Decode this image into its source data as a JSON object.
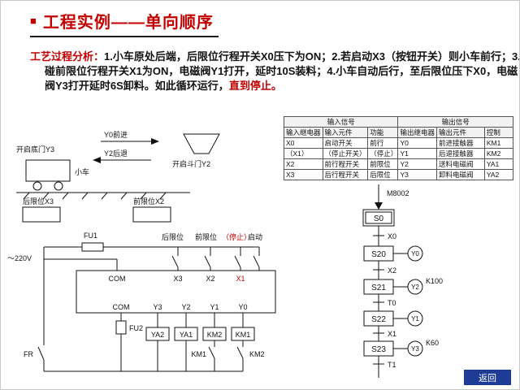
{
  "colors": {
    "accent": "#c00000",
    "button": "#1e3c96"
  },
  "title": {
    "bullet": "■",
    "text": "工程实例——单向顺序"
  },
  "analysis": {
    "label": "工艺过程分析：",
    "body": "1.小车原处后端，后限位行程开关X0压下为ON；2.若启动X3（按钮开关）则小车前行；3.碰前限位行程开关X1为ON，电磁阀Y1打开，延时10S装料；4.小车自动后行，至后限位压下X0，电磁阀Y3打开延时6S卸料。如此循环运行，",
    "highlight": "直到停止。"
  },
  "io_table": {
    "groups": [
      "输入信号",
      "输出信号"
    ],
    "headers": [
      "输入继电器",
      "输入元件",
      "功能",
      "输出继电器",
      "输出元件",
      "控制"
    ],
    "rows": [
      [
        "X0",
        "启动开关",
        "前行",
        "Y0",
        "前进接触器",
        "KM1"
      ],
      [
        "（X1）",
        "（停止开关）",
        "（停止）",
        "Y1",
        "后退接触器",
        "KM2"
      ],
      [
        "X2",
        "前行程开关",
        "前限位",
        "Y2",
        "送料电磁阀",
        "YA1"
      ],
      [
        "X3",
        "后行程开关",
        "后限位",
        "Y3",
        "卸料电磁阀",
        "YA2"
      ]
    ]
  },
  "cart": {
    "bottom_door": "开启底门Y3",
    "forward": "Y0前进",
    "backward": "Y2后退",
    "hopper_door": "开启斗门Y2",
    "cart_label": "小车",
    "rear_limit": "后限位X3",
    "front_limit": "前限位X2"
  },
  "circuit": {
    "power": "～220V",
    "fu1": "FU1",
    "fu2": "FU2",
    "rear_limit": "后限位",
    "front_limit": "前限位",
    "stop": "（停止）",
    "start": "启动",
    "in_com": "COM",
    "in_x3": "X3",
    "in_x2": "X2",
    "in_x1": "X1",
    "out_com": "COM",
    "out_y3": "Y3",
    "out_y2": "Y2",
    "out_y1": "Y1",
    "out_y0": "Y0",
    "coil_ya2": "YA2",
    "coil_ya1": "YA1",
    "coil_km2": "KM2",
    "coil_km1": "KM1",
    "contact_km1": "KM1",
    "contact_km2": "KM2",
    "fr": "FR"
  },
  "sfc": {
    "m8002": "M8002",
    "s0": "S0",
    "s20": "S20",
    "s21": "S21",
    "s22": "S22",
    "s23": "S23",
    "x0": "X0",
    "x2": "X2",
    "t0": "T0",
    "x1": "X1",
    "t1": "T1",
    "y0": "Y0",
    "y2": "Y2",
    "y1": "Y1",
    "y3": "Y3",
    "k100": "K100",
    "k60": "K60"
  },
  "footer": {
    "back": "返回"
  }
}
